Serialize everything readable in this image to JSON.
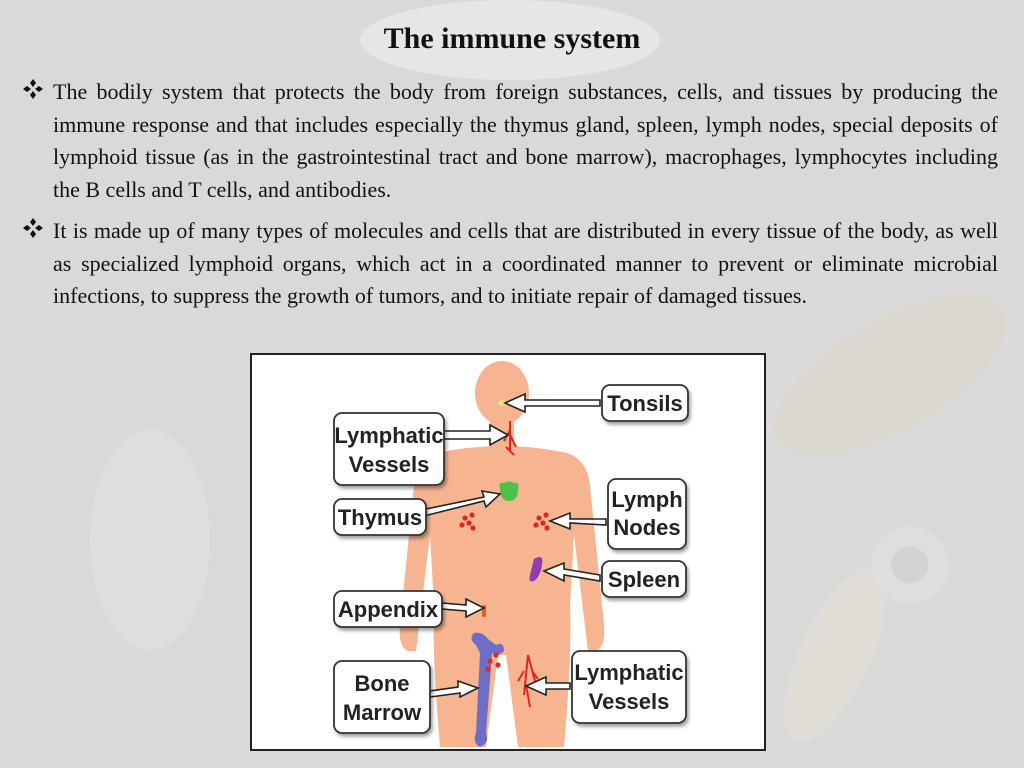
{
  "slide": {
    "title": "The immune system",
    "bullets": [
      "The bodily system that protects the body from foreign substances, cells, and tissues by producing the immune response and that includes especially the thymus gland, spleen, lymph nodes, special deposits of lymphoid tissue (as in the gastrointestinal tract and bone marrow), macrophages, lymphocytes including the B cells and T cells, and antibodies.",
      "It is made up of many types of molecules and cells that are distributed in every tissue of the body, as well as specialized lymphoid organs, which act in a coordinated manner to prevent or eliminate microbial infections, to suppress the growth of tumors, and to initiate repair of damaged tissues."
    ],
    "bullet_icon": "diamond-bullet-icon"
  },
  "figure": {
    "labels": {
      "tonsils": "Tonsils",
      "lymphatic_vessels_left_1": "Lymphatic",
      "lymphatic_vessels_left_2": "Vessels",
      "thymus": "Thymus",
      "lymph_nodes_1": "Lymph",
      "lymph_nodes_2": "Nodes",
      "spleen": "Spleen",
      "appendix": "Appendix",
      "bone_marrow_1": "Bone",
      "bone_marrow_2": "Marrow",
      "lymphatic_vessels_right_1": "Lymphatic",
      "lymphatic_vessels_right_2": "Vessels"
    },
    "colors": {
      "body": "#f6b590",
      "thymus": "#4cc14c",
      "spleen": "#8d3fb0",
      "bone": "#6d6fc7",
      "nodes": "#e0271d",
      "appendix": "#e85a1f"
    }
  }
}
